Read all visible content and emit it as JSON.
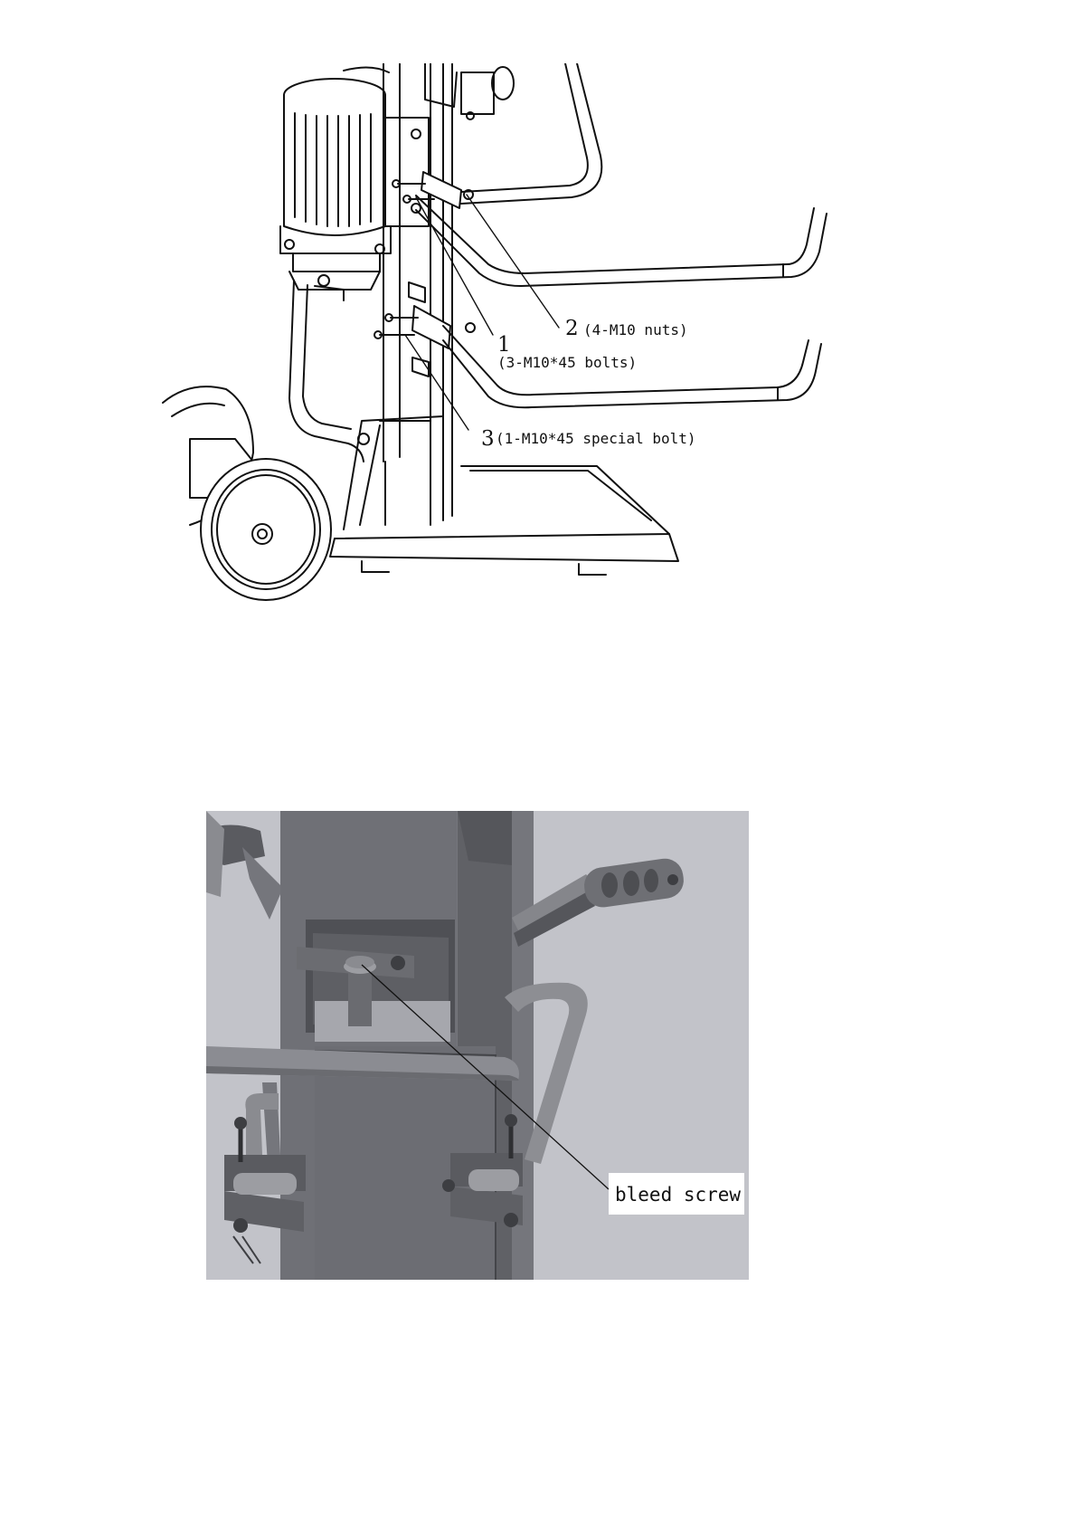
{
  "figure1": {
    "callouts": [
      {
        "number": "1",
        "text": "(3-M10*45 bolts)"
      },
      {
        "number": "2",
        "text": "(4-M10 nuts)"
      },
      {
        "number": "3",
        "text": "(1-M10*45 special bolt)"
      }
    ]
  },
  "figure2": {
    "callout": "bleed screw"
  },
  "colors": {
    "line_art": "#111111",
    "render_background": "#c2c3c9",
    "render_metal": "#75767c",
    "render_metal_dark": "#4f5055"
  }
}
